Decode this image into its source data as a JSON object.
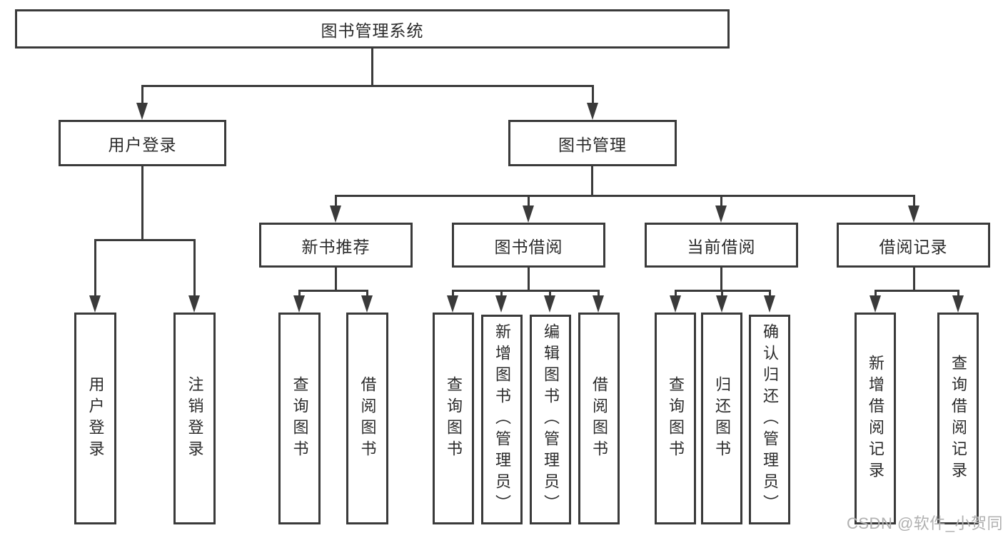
{
  "colors": {
    "line": "#3a3a3a",
    "text": "#2b2b2b",
    "watermark": "#b0b0b0",
    "background": "#ffffff"
  },
  "nodes": {
    "root": "图书管理系统",
    "user_login": "用户登录",
    "book_management": "图书管理",
    "new_book_recommend": "新书推荐",
    "book_borrow": "图书借阅",
    "current_borrow": "当前借阅",
    "borrow_record": "借阅记录",
    "leaf_user_login": "用户登录",
    "leaf_logout": "注销登录",
    "leaf_recommend_query_book": "查询图书",
    "leaf_recommend_borrow_book": "借阅图书",
    "leaf_borrow_query_book": "查询图书",
    "leaf_borrow_add_book_admin": "新增图书（管理员）",
    "leaf_borrow_edit_book_admin": "编辑图书（管理员）",
    "leaf_borrow_borrow_book": "借阅图书",
    "leaf_current_query_book": "查询图书",
    "leaf_current_return_book": "归还图书",
    "leaf_current_confirm_return_admin": "确认归还（管理员）",
    "leaf_record_add_record": "新增借阅记录",
    "leaf_record_query_record": "查询借阅记录"
  },
  "watermark": "CSDN @软件_小贺同学"
}
